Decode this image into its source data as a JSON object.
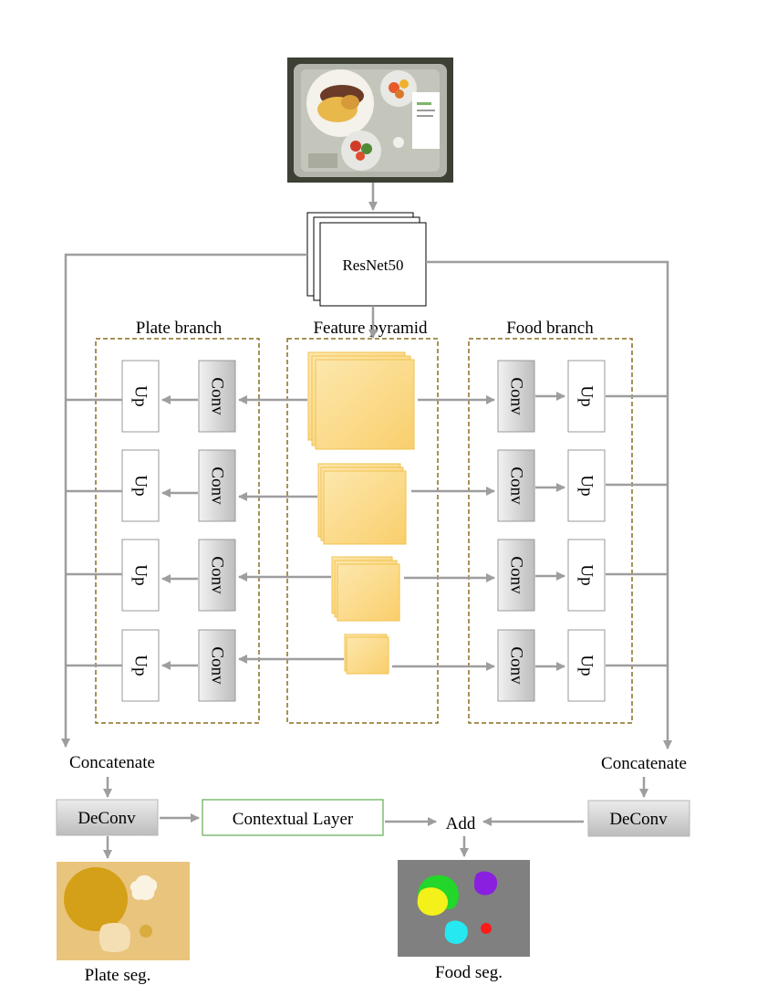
{
  "backbone": {
    "label": "ResNet50"
  },
  "plate_branch": {
    "title": "Plate branch",
    "conv_label": "Conv",
    "up_label": "Up"
  },
  "feature_pyramid": {
    "title": "Feature pyramid"
  },
  "food_branch": {
    "title": "Food branch",
    "conv_label": "Conv",
    "up_label": "Up"
  },
  "left_output": {
    "concat_label": "Concatenate",
    "deconv_label": "DeConv",
    "seg_caption": "Plate seg."
  },
  "right_output": {
    "concat_label": "Concatenate",
    "deconv_label": "DeConv",
    "seg_caption": "Food seg."
  },
  "contextual_layer": {
    "label": "Contextual Layer"
  },
  "add_label": "Add",
  "colors": {
    "arrow": "#9e9e9e",
    "dashed_border": "#8a6d1e",
    "feature_fill": "#fbd783",
    "feature_stroke": "#f2c14e",
    "conv_gradient_light": "#f2f2f2",
    "conv_gradient_dark": "#bdbdbd",
    "contextual_border": "#5fae4f",
    "plate_seg_bg": "#e9c47c",
    "plate_seg_main": "#d4a017",
    "food_seg_bg": "#808080"
  },
  "food_seg_blobs": [
    "green",
    "yellow",
    "purple",
    "cyan",
    "red"
  ]
}
